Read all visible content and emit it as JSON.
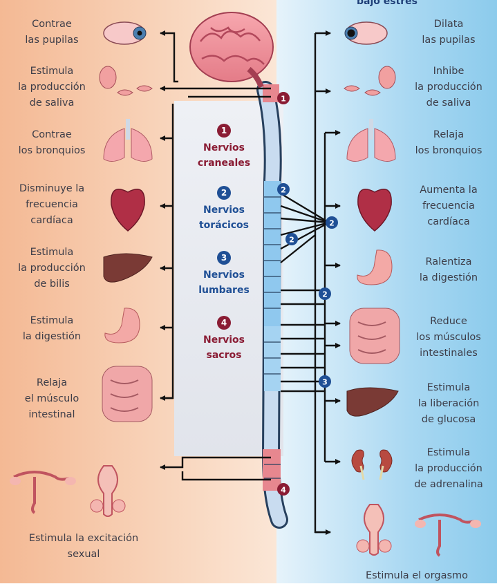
{
  "header_right": "bajo estrés",
  "left_effects": [
    "Contrae\nlas pupilas",
    "Estimula\nla producción\nde saliva",
    "Contrae\nlos bronquios",
    "Disminuye la\nfrecuencia\ncardíaca",
    "Estimula\nla producción\nde bilis",
    "Estimula\nla digestión",
    "Relaja\nel músculo\nintestinal",
    "Estimula la excitación\nsexual"
  ],
  "right_effects": [
    "Dilata\nlas pupilas",
    "Inhibe\nla producción\nde saliva",
    "Relaja\nlos bronquios",
    "Aumenta la\nfrecuencia\ncardíaca",
    "Ralentiza\nla digestión",
    "Reduce\nlos músculos\nintestinales",
    "Estimula\nla liberación\nde glucosa",
    "Estimula\nla producción\nde adrenalina",
    "Estimula el orgasmo"
  ],
  "nerves": [
    {
      "number": "1",
      "name": "Nervios\ncraneales",
      "color": "#8a1c34"
    },
    {
      "number": "2",
      "name": "Nervios\ntorácicos",
      "color": "#1f4f95"
    },
    {
      "number": "3",
      "name": "Nervios\nlumbares",
      "color": "#1f4f95"
    },
    {
      "number": "4",
      "name": "Nervios\nsacros",
      "color": "#8a1c34"
    }
  ],
  "spine_markers": [
    "1",
    "2",
    "2",
    "2",
    "2",
    "3",
    "4"
  ],
  "colors": {
    "parasympathetic_bg": "#f4b994",
    "sympathetic_bg": "#8ccbec",
    "cranial_sacral": "#8a1c34",
    "thoracic_lumbar": "#1f4f95"
  },
  "icons": {
    "left": [
      "eye-icon",
      "salivary-glands-icon",
      "lungs-icon",
      "heart-icon",
      "liver-icon",
      "stomach-icon",
      "intestines-icon",
      "reproductive-organs-icon"
    ],
    "right": [
      "eye-icon",
      "salivary-glands-icon",
      "lungs-icon",
      "heart-icon",
      "stomach-icon",
      "intestines-icon",
      "liver-icon",
      "kidneys-icon",
      "reproductive-organs-icon"
    ]
  }
}
